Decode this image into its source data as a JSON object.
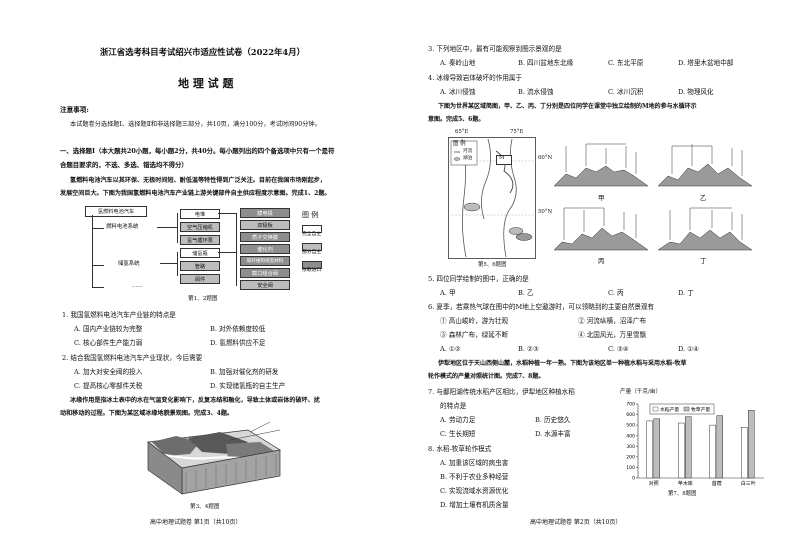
{
  "page_left": {
    "title": "浙江省选考科目考试绍兴市适应性试卷（2022年4月）",
    "subtitle": "地 理 试 题",
    "notice_heading": "注意事项:",
    "notice_lines": [
      "本试题卷分选择题Ⅰ、选择题Ⅱ和非选择题三部分，共10页，满分100分，考试时间90分钟。"
    ],
    "section1": "一、选择题Ⅰ（本大题共20小题，每小题2分，共40分。每小题列出的四个备选项中只有一个是符",
    "section1b": "合题目要求的，不选、多选、错选均不得分）",
    "intro1": [
      "氢燃料电池汽车以其环保、无极时间短、耐低温等特性得到广泛关注。目前在我国市场刚起步，",
      "发展空间巨大。下图为我国氢燃料电池汽车产业链上游关键部件自主供应程度示意图。完成1、2题。"
    ],
    "diagram1": {
      "root": "氢燃料电池汽车",
      "branch1": "燃料电池系统",
      "branch2": "储氢系统",
      "branch3": "……",
      "parts_left": [
        "电堆",
        "空气压缩机",
        "氢气循环泵",
        "储氢瓶",
        "管路",
        "阀件"
      ],
      "parts_right": [
        "膜电极",
        "双极板",
        "质子交换膜",
        "催化剂",
        "碳纤维和储氢材料",
        "截口组合阀",
        "安全阀"
      ],
      "legend_title": "图 例",
      "legend_items": [
        "完全自主",
        "部分自主",
        "依赖进口"
      ],
      "caption": "第1、2题图"
    },
    "q1": {
      "stem": "1. 我国氢燃料电池汽车产业链的特点是",
      "options": [
        "A. 国内产业链较为完整",
        "B. 对外依赖度较低",
        "C. 核心部件生产能力弱",
        "D. 氢燃料供应不足"
      ]
    },
    "q2": {
      "stem": "2. 结合我国氢燃料电池汽车产业现状，今后需要",
      "options": [
        "A. 加大对安全阀的投入",
        "B. 加强对催化剂的研发",
        "C. 提高核心零部件关税",
        "D. 实现储氢瓶的自主生产"
      ]
    },
    "intro3": [
      "冰缘作用是指冰土表中的水在气温变化影响下，反复冻结和融化，导致土体或岩体的破坏、扰",
      "动和移动的过程。下图为某区域冰缘地貌景观图。完成3、4题。"
    ],
    "fig34_caption": "第3、4题图",
    "footer": "高中地理试题卷    第1页（共10页）"
  },
  "page_right": {
    "q3": {
      "stem": "3. 下列地区中，最有可能观察到图示景观的是",
      "options": [
        "A. 秦岭山地",
        "B. 四川盆地东北缘",
        "C. 东北平原",
        "D. 塔里木盆地中部"
      ]
    },
    "q4": {
      "stem": "4. 冰缘导致岩体破坏的作用属于",
      "options": [
        "A. 冰川侵蚀",
        "B. 流水侵蚀",
        "C. 冰川沉积",
        "D. 物理风化"
      ]
    },
    "intro5": [
      "下图为世界某区域简图，甲、乙、丙、丁分别是四位同学在课堂中独立绘制的M地的参与水循环示",
      "意图。完成5、6题。"
    ],
    "map": {
      "lon1": "65°E",
      "lon2": "75°E",
      "lat1": "60°N",
      "lat2": "50°N",
      "legend_title": "图 例",
      "legend_items": [
        "河流",
        "湖泊"
      ],
      "point": "M",
      "caption": "第5、6题图"
    },
    "panel_labels": [
      "甲",
      "乙",
      "丙",
      "丁"
    ],
    "q5": {
      "stem": "5. 四位同学绘制的图中，正确的是",
      "options": [
        "A. 甲",
        "B. 乙",
        "C. 丙",
        "D. 丁"
      ]
    },
    "q6": {
      "stem": "6. 夏季，若乘热气球在图中的M地上空遨游时，可以领略到的主要自然景观有",
      "choices": [
        "① 高山峻岭，游为壮观",
        "② 河流纵横，沼泽广布",
        "③ 森林广布，绿延不断",
        "④ 北国风光，万里雪飘"
      ],
      "options": [
        "A. ①②",
        "B. ②③",
        "C. ③④",
        "D. ①④"
      ]
    },
    "intro7": [
      "伊犁地区位于天山西侧山麓，水稻种植一年一熟。下图为该地区单一种植水稻与采用水稻-牧草",
      "轮作模式的产量对照统计图。完成7、8题。"
    ],
    "q7": {
      "stem": "7. 与鄱阳湖传统水稻产区相比，伊犁地区种植水稻",
      "stem2": "的特点是",
      "options": [
        "A. 劳动力足",
        "B. 历史悠久",
        "C. 生长期短",
        "D. 水源丰富"
      ]
    },
    "q8": {
      "stem": "8. 水稻-牧草轮作模式",
      "options": [
        "A. 加重该区域的病虫害",
        "B. 不利于农业多种经营",
        "C. 实现流域水资源优化",
        "D. 增加土壤有机质含量"
      ]
    },
    "chart_caption": "第7、8题图",
    "footer": "高中地理试题卷    第2页（共10页）"
  },
  "chart_data": {
    "type": "bar",
    "ylabel": "产量（千克/亩）",
    "categories": [
      "对照",
      "苹木库",
      "苜蓿",
      "白三叶"
    ],
    "series": [
      {
        "name": "水稻产量",
        "values": [
          540,
          520,
          500,
          480
        ]
      },
      {
        "name": "牧草产量",
        "values": [
          560,
          580,
          590,
          640
        ]
      }
    ],
    "ylim": [
      0,
      700
    ],
    "yticks": [
      0,
      100,
      200,
      300,
      400,
      500,
      600,
      700
    ],
    "legend_position": "top"
  }
}
